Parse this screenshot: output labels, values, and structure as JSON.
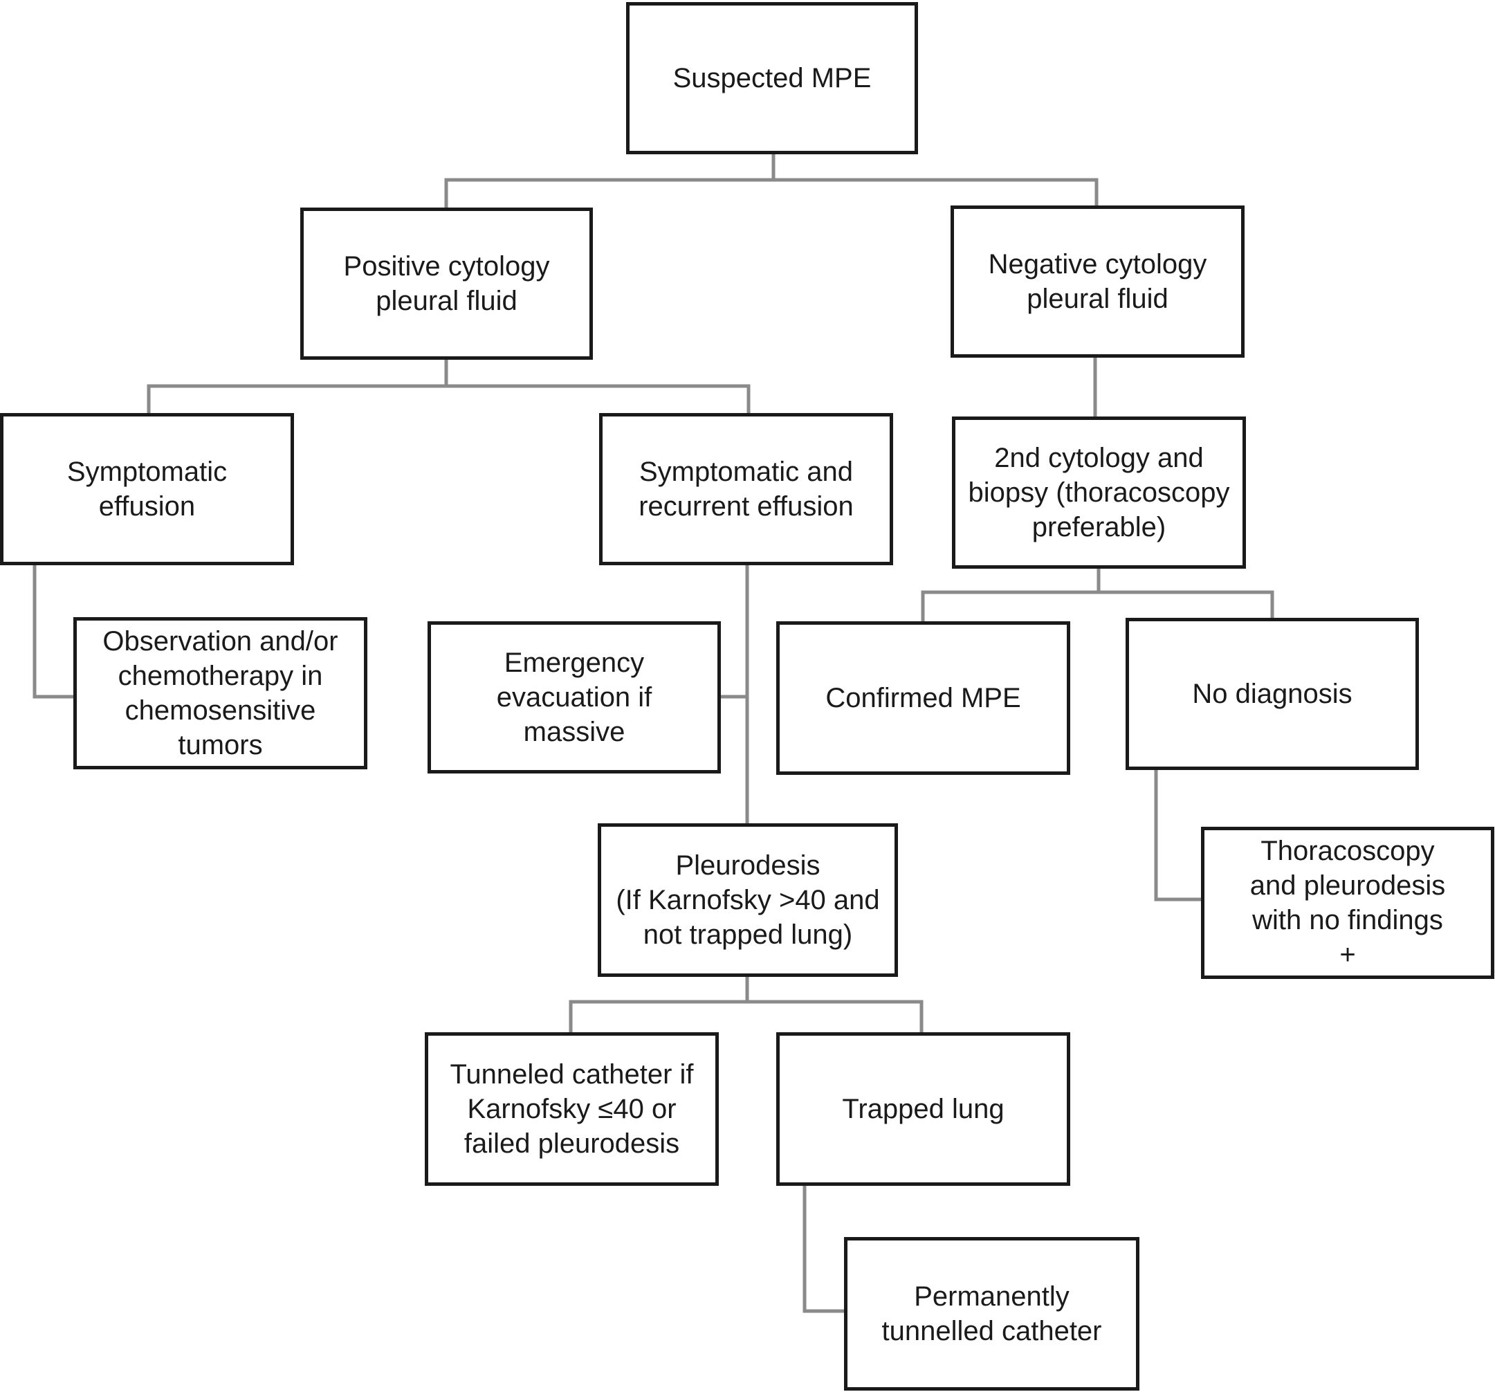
{
  "colors": {
    "border": "#1a1a1a",
    "connector": "#8a8a8a",
    "background": "#ffffff"
  },
  "nodes": {
    "suspected_mpe": "Suspected MPE",
    "positive_cytology": "Positive cytology\npleural fluid",
    "negative_cytology": "Negative cytology\npleural fluid",
    "symptomatic_effusion": "Symptomatic\neffusion",
    "symptomatic_recurrent": "Symptomatic and\nrecurrent effusion",
    "second_cytology": "2nd cytology and\nbiopsy (thoracoscopy\npreferable)",
    "observation": "Observation and/or\nchemotherapy in\nchemosensitive\ntumors",
    "emergency_evacuation": "Emergency\nevacuation if\nmassive",
    "confirmed_mpe": "Confirmed MPE",
    "no_diagnosis": "No diagnosis",
    "pleurodesis": "Pleurodesis\n(If Karnofsky >40 and\nnot trapped lung)",
    "thoracoscopy": "Thoracoscopy\nand pleurodesis\nwith no findings\n+",
    "tunneled_catheter": "Tunneled catheter if\nKarnofsky ≤40 or\nfailed pleurodesis",
    "trapped_lung": "Trapped lung",
    "permanent_catheter": "Permanently\ntunnelled catheter"
  }
}
